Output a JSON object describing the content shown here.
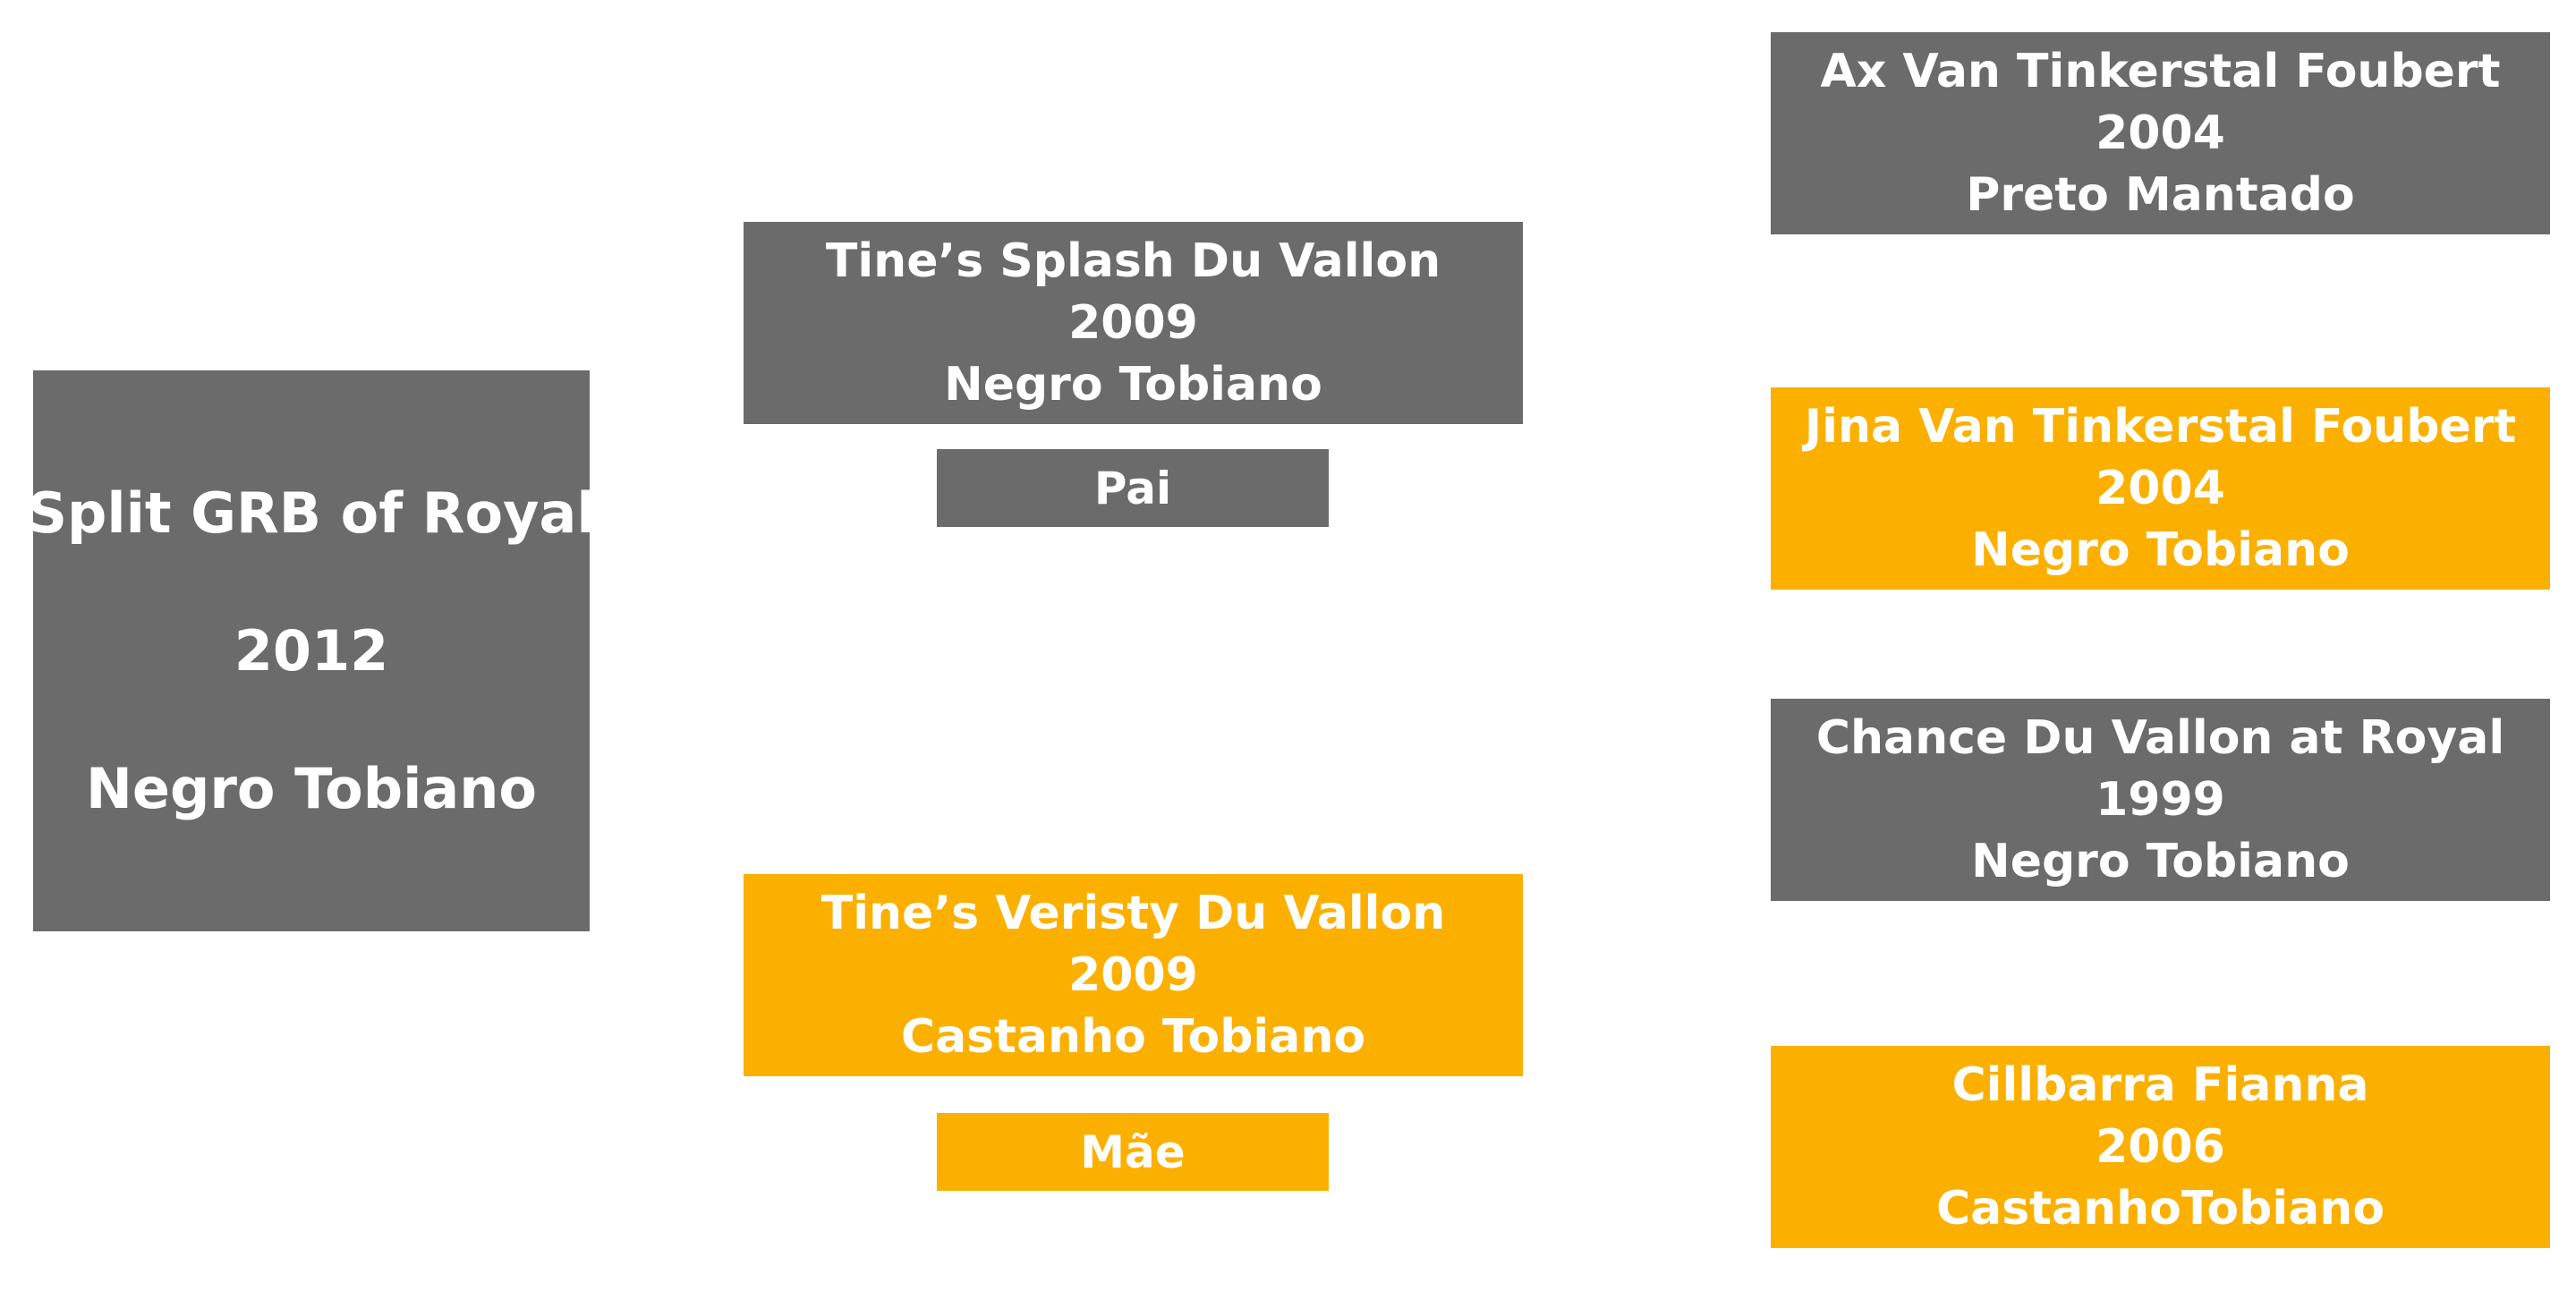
{
  "subject": {
    "name": "Split GRB of Royal",
    "year": "2012",
    "color": "Negro Tobiano"
  },
  "sire": {
    "name": "Tine’s Splash Du Vallon",
    "year": "2009",
    "color": "Negro Tobiano",
    "role_label": "Pai"
  },
  "dam": {
    "name": "Tine’s Veristy Du Vallon",
    "year": "2009",
    "color": "Castanho Tobiano",
    "role_label": "Mãe"
  },
  "paternal_grandsire": {
    "name": "Ax Van Tinkerstal Foubert",
    "year": "2004",
    "color": "Preto Mantado"
  },
  "paternal_granddam": {
    "name": "Jina Van Tinkerstal Foubert",
    "year": "2004",
    "color": "Negro Tobiano"
  },
  "maternal_grandsire": {
    "name": "Chance Du Vallon at Royal",
    "year": "1999",
    "color": "Negro Tobiano"
  },
  "maternal_granddam": {
    "name": "Cillbarra Fianna",
    "year": "2006",
    "color": "CastanhoTobiano"
  },
  "colors": {
    "male": "#6b6b6b",
    "female": "#fbb000",
    "text": "#ffffff"
  }
}
